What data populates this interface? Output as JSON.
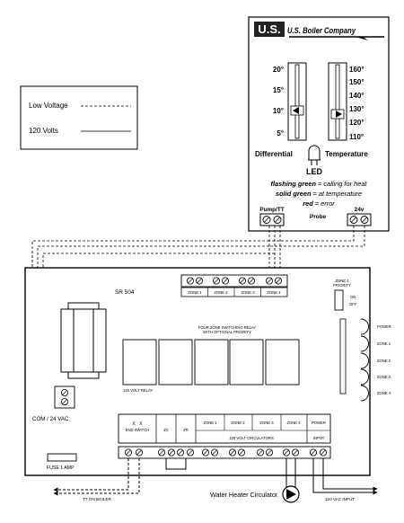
{
  "legend": {
    "low_voltage": "Low Voltage",
    "volts_120": "120 Volts"
  },
  "control": {
    "brand": "U.S. Boiler Company",
    "differential_scale": [
      "20°",
      "15°",
      "10°",
      "5°"
    ],
    "temperature_scale": [
      "160°",
      "150°",
      "140°",
      "130°",
      "120°",
      "110°"
    ],
    "differential_label": "Differential",
    "temperature_label": "Temperature",
    "led_label": "LED",
    "status_lines": [
      {
        "bold": "flashing green",
        "rest": " = calling for heat"
      },
      {
        "bold": "solid green",
        "rest": " = at temperature"
      },
      {
        "bold": "red",
        "rest": " = error"
      }
    ],
    "pump_tt": "Pump/TT",
    "probe": "Probe",
    "v24": "24v"
  },
  "relay": {
    "model": "SR 504",
    "zone_terminals": [
      "ZONE 1",
      "ZONE 2",
      "ZONE 3",
      "ZONE 4"
    ],
    "zone4_priority": "ZONE 4\nPRIORITY",
    "on": "ON",
    "off": "OFF",
    "relay_title": "FOUR ZONE SWITCHING RELAY\nWITH OPTIONAL PRIORITY",
    "volt_relay": "120 VOLT RELAY",
    "com_24vac": "COM / 24 VAC",
    "fuse": "FUSE 1 AMP",
    "end_switch_xx": "X   X",
    "end_switch": "END SWITCH",
    "zc": "ZC",
    "zr": "ZR",
    "circ_zones": [
      "ZONE 1",
      "ZONE 2",
      "ZONE 3",
      "ZONE 4"
    ],
    "circulators": "120 VOLT CIRCULATORS",
    "power": "POWER",
    "input": "INPUT",
    "leds": [
      "POWER",
      "ZONE 1",
      "ZONE 2",
      "ZONE 3",
      "ZONE 4"
    ]
  },
  "callouts": {
    "tt_boiler": "TT ON BOILER",
    "vac_input": "120 VAC INPUT",
    "water_heater": "Water Heater Circulator"
  }
}
